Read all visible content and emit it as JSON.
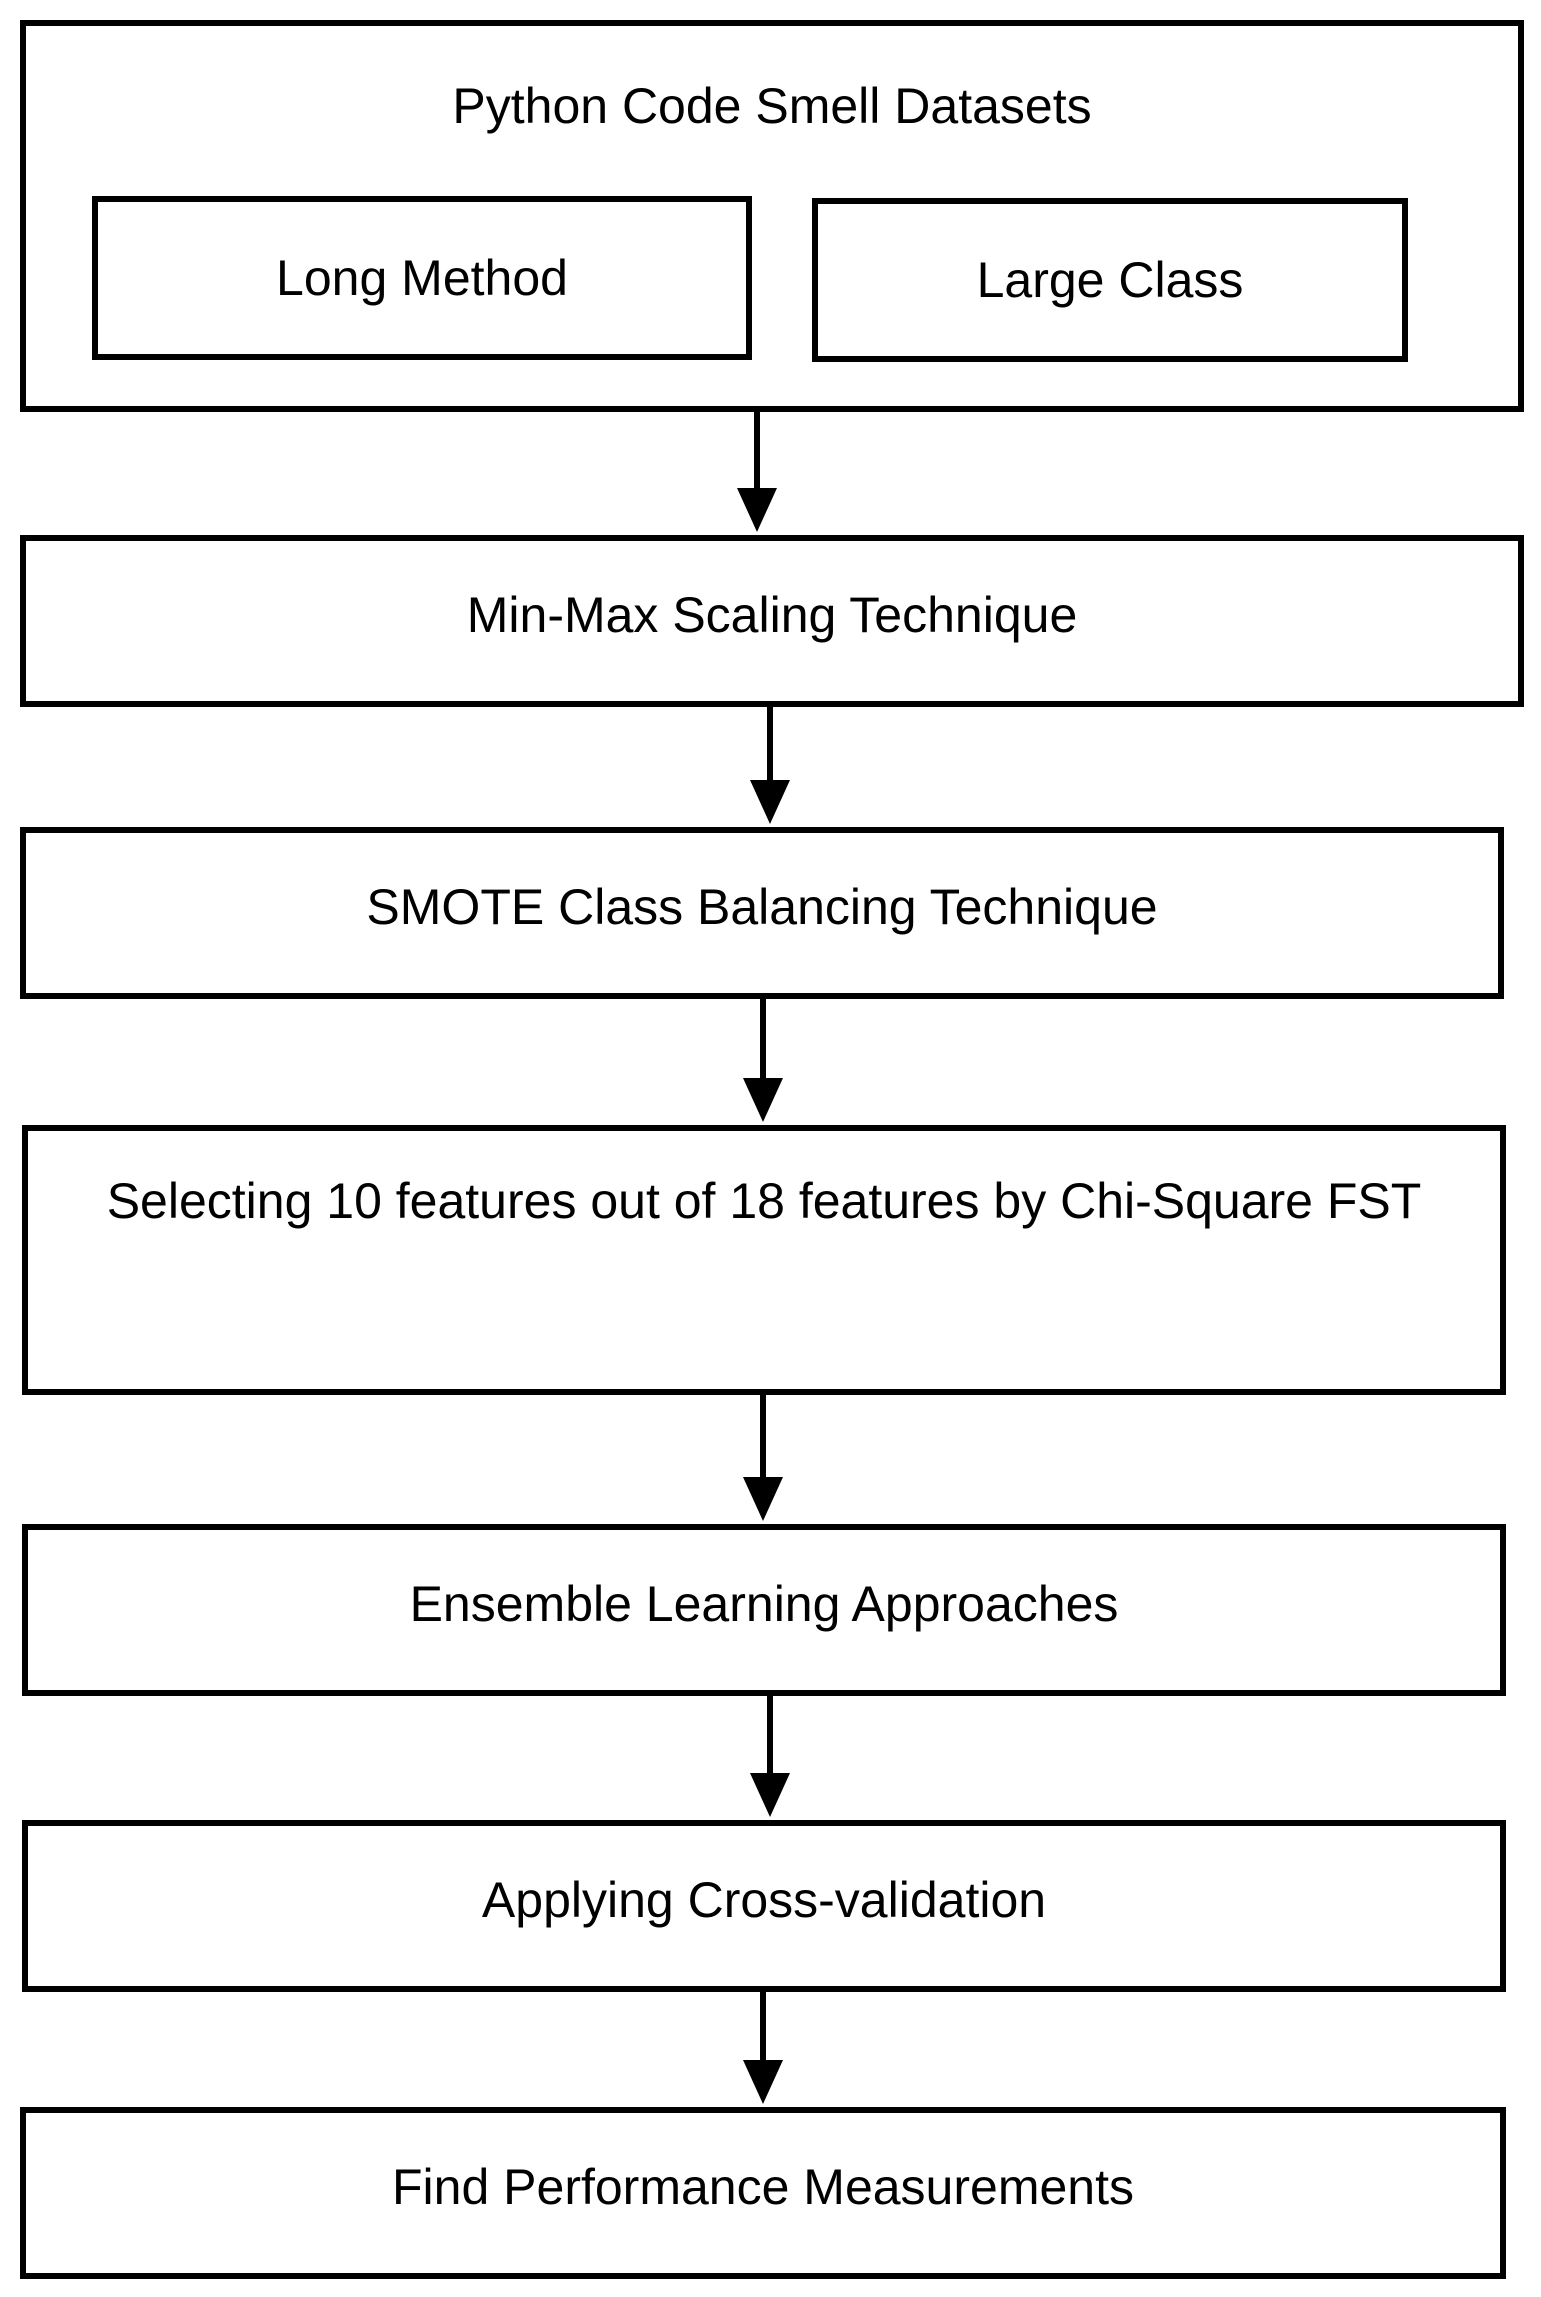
{
  "diagram": {
    "title": "Python Code Smell Datasets",
    "datasets": [
      "Long Method",
      "Large Class"
    ],
    "steps": [
      "Min-Max Scaling Technique",
      "SMOTE Class Balancing Technique",
      "Selecting 10 features out of 18 features by Chi-Square FST",
      "Ensemble Learning Approaches",
      "Applying Cross-validation",
      "Find Performance Measurements"
    ]
  }
}
